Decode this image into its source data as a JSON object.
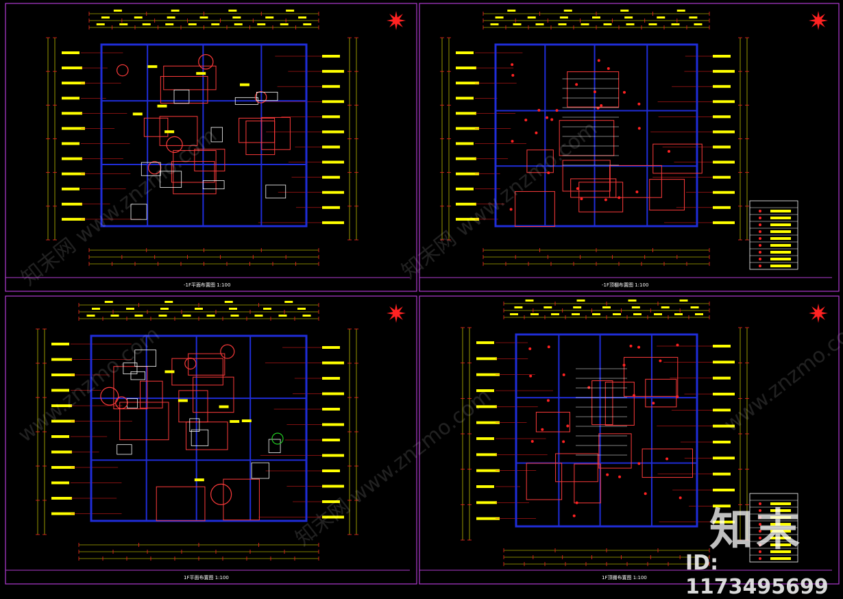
{
  "colors": {
    "background": "#000000",
    "frame": "#b13bd1",
    "wall": "#1f2dd8",
    "dimension": "#ffff00",
    "annotation": "#ff2222",
    "room_line": "#ff3b3b",
    "fixture": "#ffffff",
    "green": "#22cc22"
  },
  "sheets": [
    {
      "title": "-1F平面布置图",
      "scale": "1:100"
    },
    {
      "title": "-1F顶棚布置图",
      "scale": "1:100"
    },
    {
      "title": "1F平面布置图",
      "scale": "1:100"
    },
    {
      "title": "1F顶棚布置图",
      "scale": "1:100"
    }
  ],
  "watermark": {
    "logo": "知末",
    "id_text": "ID: 1173495699",
    "site": "www.znzmo.com"
  },
  "icons": [
    "north-compass-icon",
    "north-compass-icon",
    "north-compass-icon",
    "north-compass-icon"
  ]
}
